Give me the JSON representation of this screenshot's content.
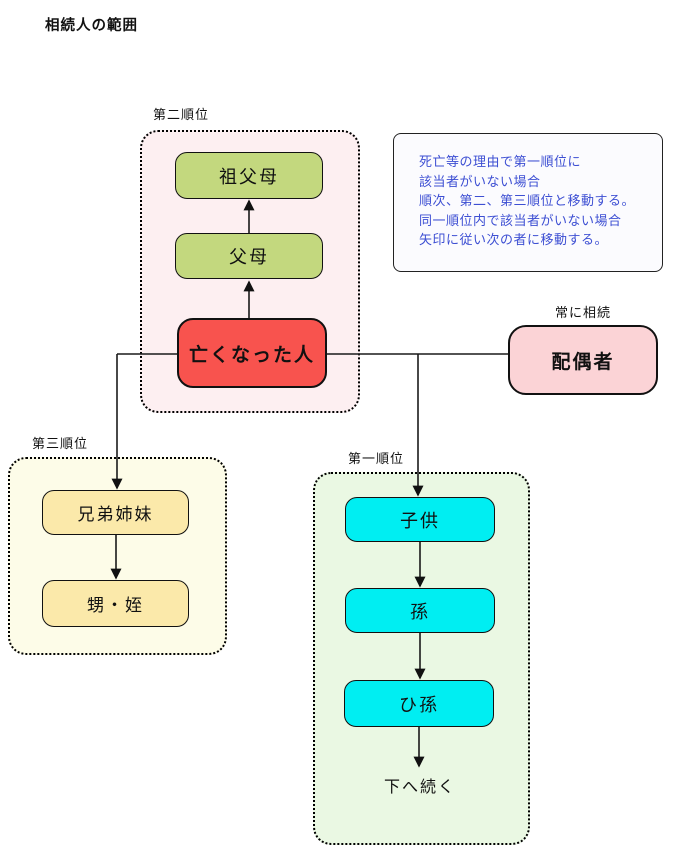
{
  "title": "相続人の範囲",
  "colors": {
    "green-box": "#c3d87e",
    "red-box": "#f8534e",
    "cyan-box": "#00eef2",
    "yellow-box": "#fbe9aa",
    "pink-box": "#fbd3d6",
    "pink-group": "#fdeff1",
    "yellow-group": "#fdfce8",
    "green-group": "#eaf8e3",
    "note-text": "#3d4fd3",
    "note-bg": "#fbfbfe",
    "line": "#1a1a1a"
  },
  "groups": {
    "second": {
      "label": "第二順位"
    },
    "third": {
      "label": "第三順位"
    },
    "first": {
      "label": "第一順位"
    }
  },
  "nodes": {
    "grandparents": "祖父母",
    "parents": "父母",
    "deceased": "亡くなった人",
    "spouse": "配偶者",
    "spouse_caption": "常に相続",
    "siblings": "兄弟姉妹",
    "nephew_niece": "甥・姪",
    "children": "子供",
    "grandchildren": "孫",
    "great_grandchildren": "ひ孫",
    "continues": "下へ続く"
  },
  "note": {
    "lines": [
      "死亡等の理由で第一順位に",
      "該当者がいない場合",
      "順次、第二、第三順位と移動する。",
      "同一順位内で該当者がいない場合",
      "矢印に従い次の者に移動する。"
    ]
  }
}
